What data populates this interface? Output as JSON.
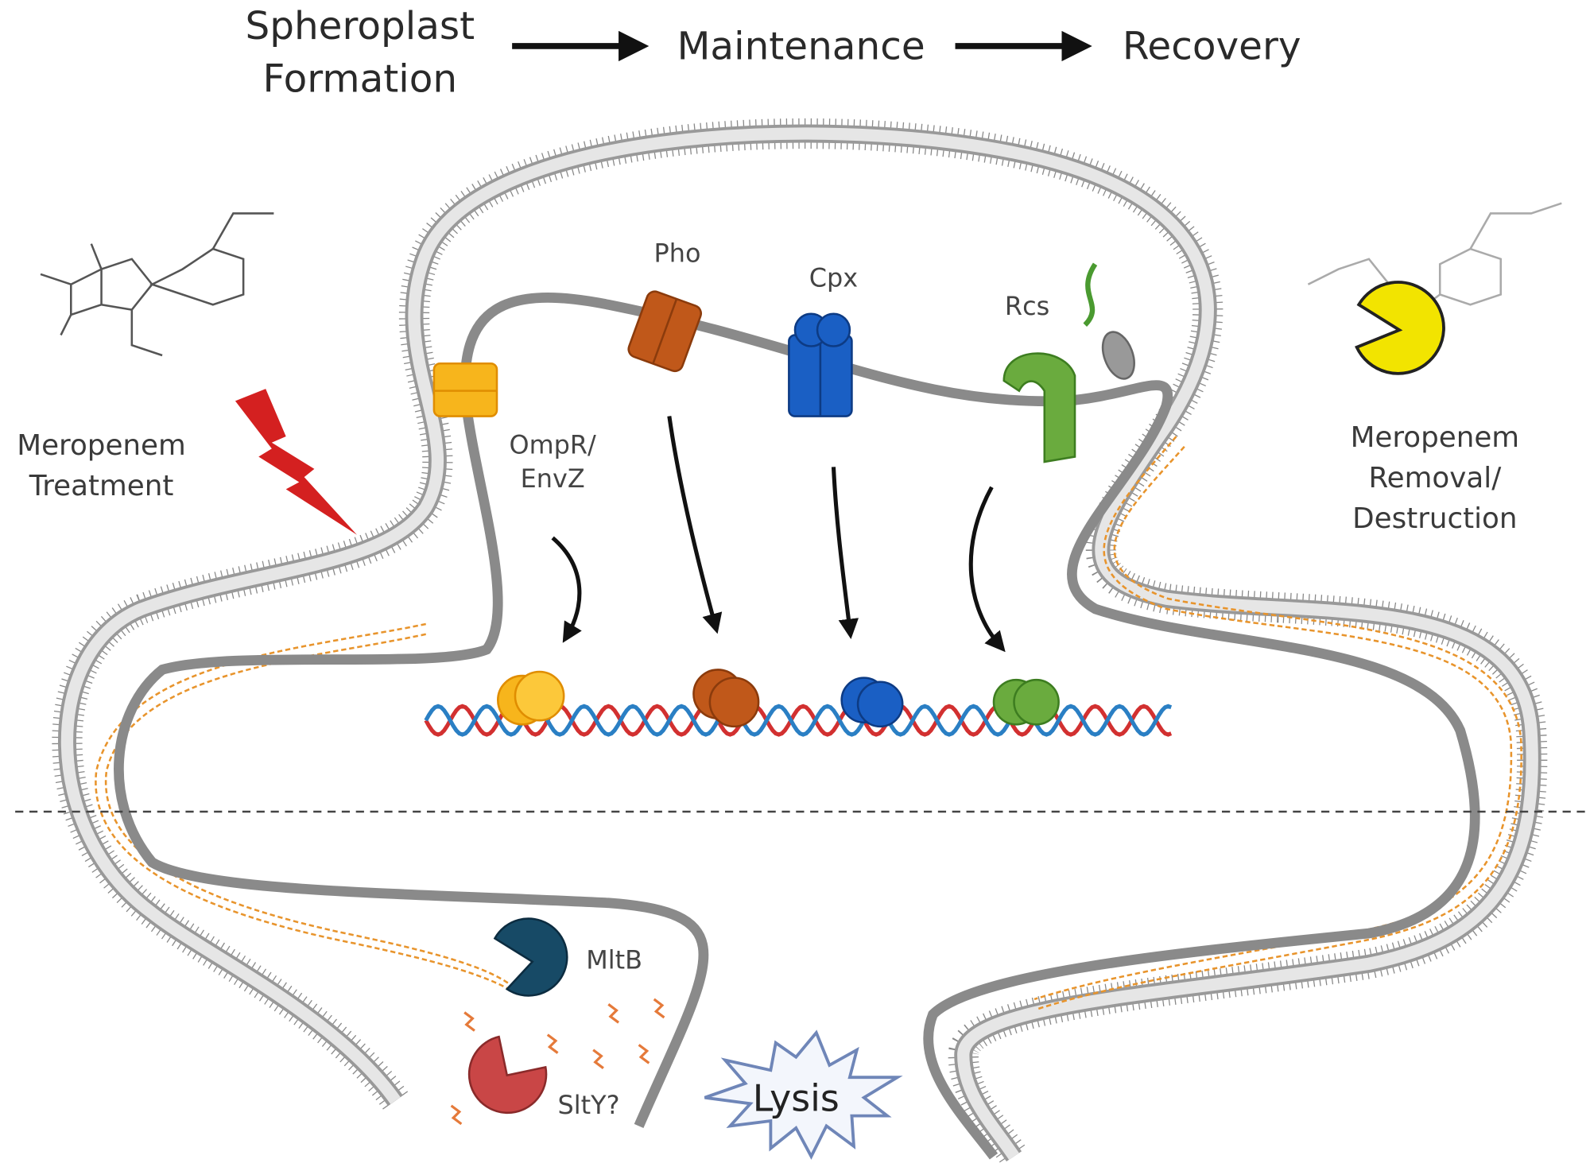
{
  "stages": {
    "spheroplast_line1": "Spheroplast",
    "spheroplast_line2": "Formation",
    "maintenance": "Maintenance",
    "recovery": "Recovery"
  },
  "left": {
    "treatment_line1": "Meropenem",
    "treatment_line2": "Treatment"
  },
  "right": {
    "removal_line1": "Meropenem",
    "removal_line2": "Removal/",
    "removal_line3": "Destruction"
  },
  "systems": {
    "ompr_line1": "OmpR/",
    "ompr_line2": "EnvZ",
    "pho": "Pho",
    "cpx": "Cpx",
    "rcs": "Rcs"
  },
  "enzymes": {
    "mltb": "MltB",
    "slty": "SltY?"
  },
  "lysis": "Lysis",
  "colors": {
    "ompr": "#f7b51c",
    "pho": "#c0581a",
    "cpx": "#1a5fc4",
    "rcs": "#6aab3e",
    "mltb": "#174a66",
    "slty": "#c94646",
    "lightning": "#d42020",
    "pacman": "#f2e400",
    "dna_red": "#d23030",
    "dna_blue": "#2a7fc4"
  },
  "icons": {
    "treatment": "lightning-bolt-icon",
    "destruction": "pacman-icon",
    "lysis": "starburst-icon"
  }
}
